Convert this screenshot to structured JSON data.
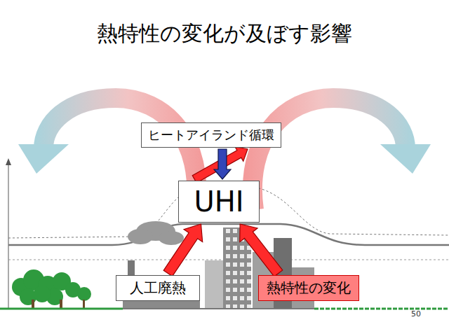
{
  "diagram": {
    "title": "熱特性の変化が及ぼす影響",
    "nodes": [
      {
        "text": [
          "ヒートアイランド循環"
        ]
      },
      {
        "text": [
          "UHI"
        ]
      },
      {
        "text": [
          "人工廃熱"
        ]
      },
      {
        "text": [
          "熱特性の変化"
        ]
      }
    ],
    "edges": [
      {
        "from": 1,
        "to": 0,
        "arrow": "to"
      },
      {
        "from": 0,
        "to": 1,
        "arrow": "to"
      },
      {
        "from": 2,
        "to": 1,
        "arrow": "to"
      },
      {
        "from": 3,
        "to": 1,
        "arrow": "to"
      }
    ],
    "labels": [
      "50"
    ]
  }
}
